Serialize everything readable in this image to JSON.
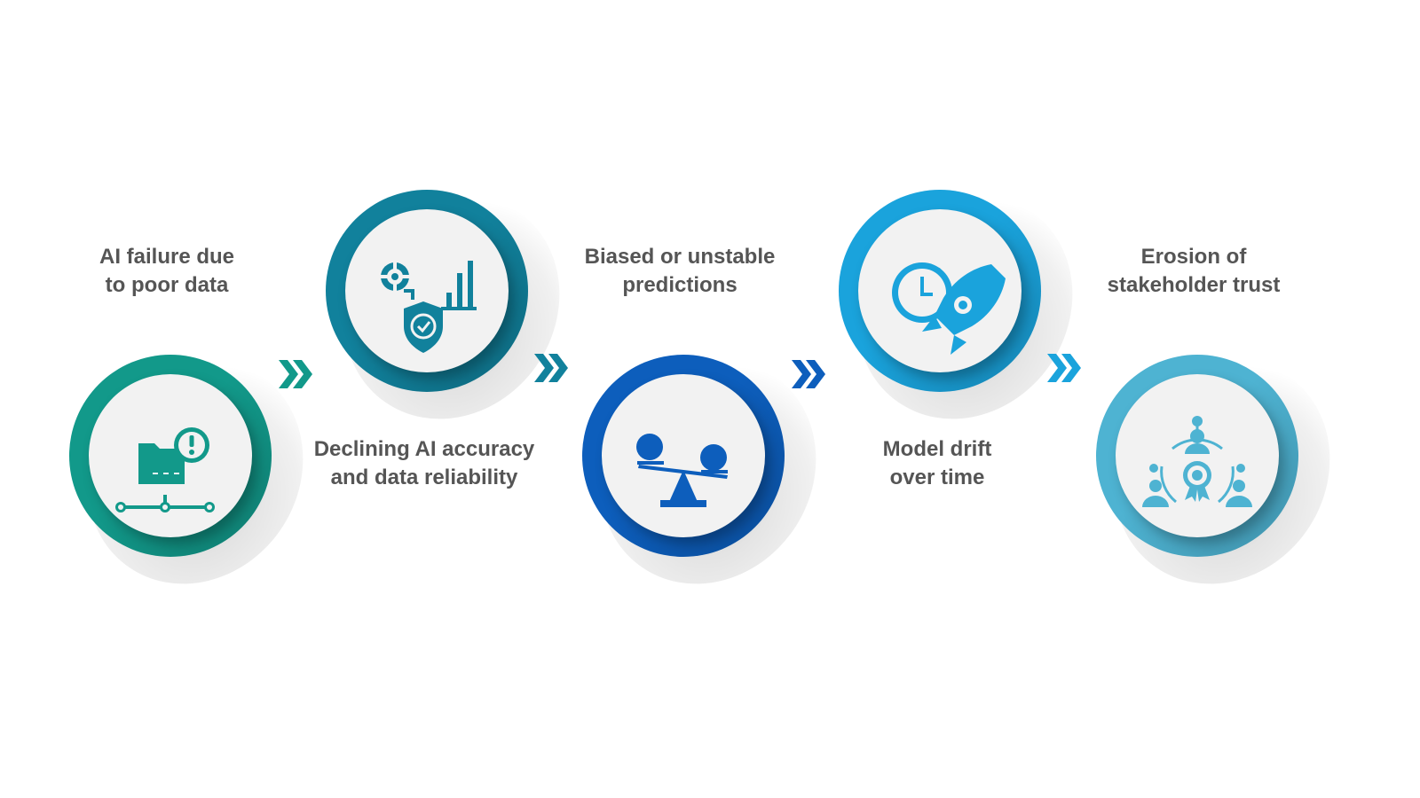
{
  "steps": [
    {
      "lines": [
        "AI failure due",
        "to poor data"
      ],
      "color": "#12998a",
      "icon": "folder-network-alert-icon"
    },
    {
      "lines": [
        "Declining AI accuracy",
        "and data reliability"
      ],
      "color": "#11819c",
      "icon": "shield-target-chart-icon"
    },
    {
      "lines": [
        "Biased or unstable",
        "predictions"
      ],
      "color": "#0d5ebc",
      "icon": "balance-scale-icon"
    },
    {
      "lines": [
        "Model drift",
        "over time"
      ],
      "color": "#1aa3dc",
      "icon": "clock-rocket-icon"
    },
    {
      "lines": [
        "Erosion of",
        "stakeholder trust"
      ],
      "color": "#4eb3d2",
      "icon": "stakeholder-network-icon"
    }
  ],
  "arrows": [
    {
      "icon": "double-chevron-icon",
      "color": "#12998a"
    },
    {
      "icon": "double-chevron-icon",
      "color": "#11819c"
    },
    {
      "icon": "double-chevron-icon",
      "color": "#0d5ebc"
    },
    {
      "icon": "double-chevron-icon",
      "color": "#1aa3dc"
    }
  ]
}
